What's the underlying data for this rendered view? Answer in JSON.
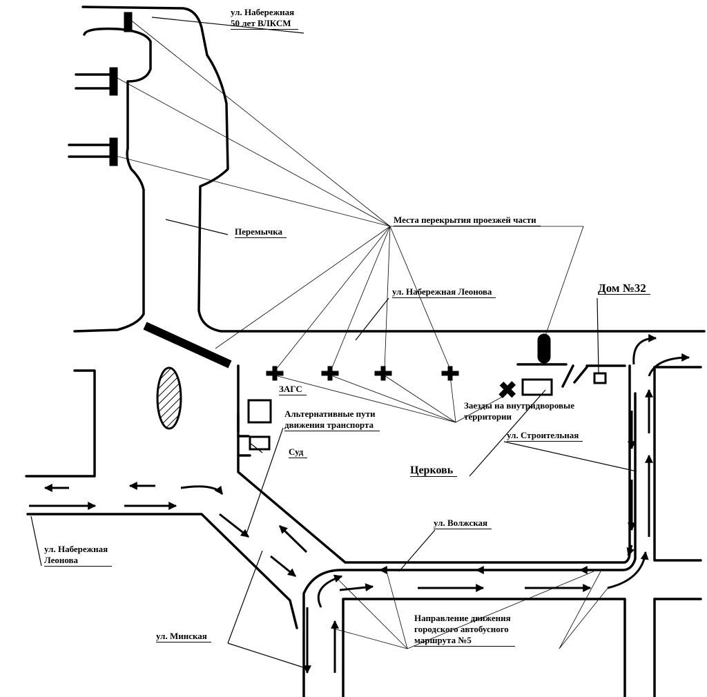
{
  "labels": {
    "naberezhnaya_50_line1": "ул. Набережная",
    "naberezhnaya_50_line2": "50 лет ВЛКСМ",
    "peremychka": "Перемычка",
    "closure_points": "Места перекрытия проезжей части",
    "naberezhnaya_leonova_top": "ул. Набережная Леонова",
    "dom32": "Дом №32",
    "zags": "ЗАГС",
    "alt_paths_line1": "Альтернативные пути",
    "alt_paths_line2": "движения транспорта",
    "sud": "Суд",
    "entries_line1": "Заезды на внутридворовые",
    "entries_line2": "территории",
    "stroitelnaya": "ул. Строительная",
    "tserkov": "Церковь",
    "volzhskaya": "ул. Волжская",
    "naberezhnaya_leonova_left_line1": "ул. Набережная",
    "naberezhnaya_leonova_left_line2": "Леонова",
    "minskaya": "ул. Минская",
    "bus_route_line1": "Направление движения",
    "bus_route_line2": "городского автобусного",
    "bus_route_line3": "маршрута №5"
  },
  "colors": {
    "ink": "#000000",
    "background": "#ffffff"
  }
}
